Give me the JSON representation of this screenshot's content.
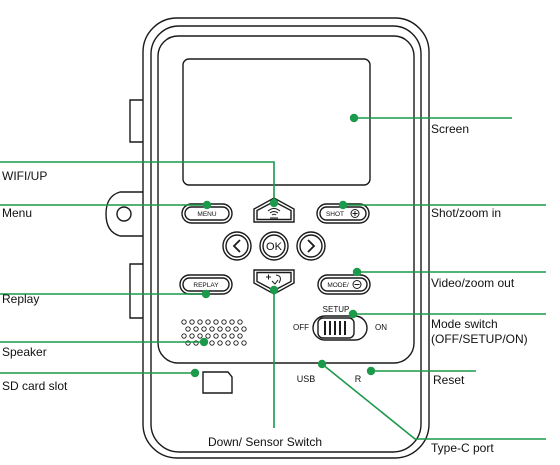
{
  "colors": {
    "leader": "#1a9a4a",
    "outline": "#1a1a1a"
  },
  "device": {
    "menu_btn": "MENU",
    "replay_btn": "REPLAY",
    "shot_btn": "SHOT",
    "mode_btn": "MODE/",
    "ok_btn": "OK",
    "switch_setup": "SETUP",
    "switch_off": "OFF",
    "switch_on": "ON",
    "usb": "USB",
    "reset_mark": "R"
  },
  "callouts": {
    "screen": "Screen",
    "wifi_up": "WIFI/UP",
    "shot_zoom_in": "Shot/zoom in",
    "menu": "Menu",
    "video_zoom_out": "Video/zoom out",
    "replay": "Replay",
    "mode_switch_line1": "Mode switch",
    "mode_switch_line2": "(OFF/SETUP/ON)",
    "speaker": "Speaker",
    "reset": "Reset",
    "sd_card_slot": "SD card slot",
    "down_sensor": "Down/ Sensor Switch",
    "type_c": "Type-C port"
  },
  "icons": [
    "wifi-up-icon",
    "down-sensor-icon",
    "left-arrow-icon",
    "right-arrow-icon",
    "zoom-in-icon",
    "zoom-out-icon"
  ]
}
